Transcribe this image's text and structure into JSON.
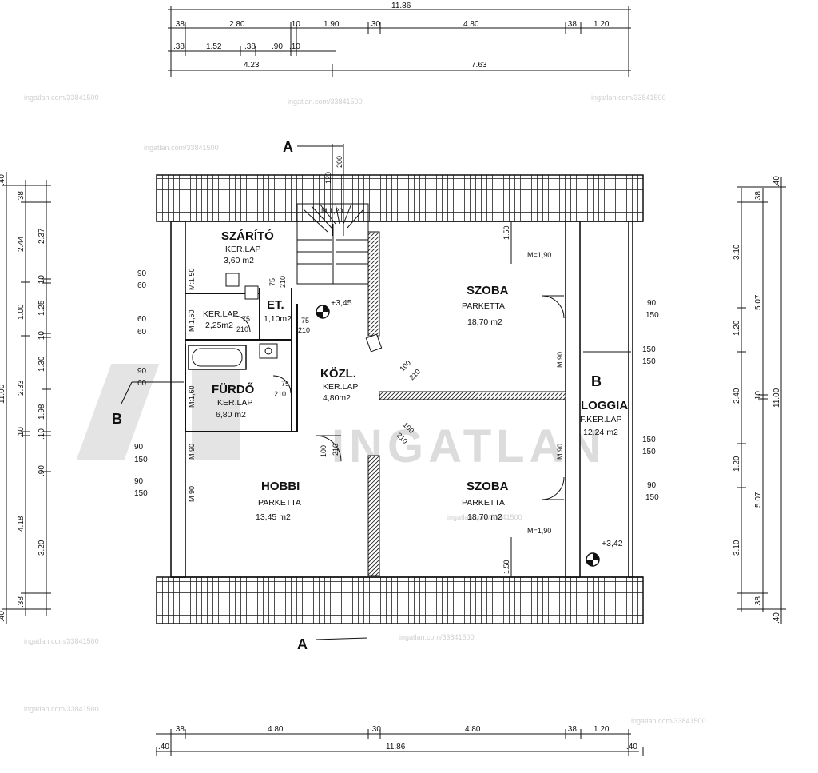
{
  "top_dims": {
    "overall": "11.86",
    "row1": [
      ".38",
      "2.80",
      ".10",
      "1.90",
      ".30",
      "4.80",
      ".38",
      "1.20"
    ],
    "row2": [
      ".38",
      "1.52",
      ".38",
      ".90",
      ".10"
    ],
    "row3": [
      "4.23",
      "7.63"
    ]
  },
  "bottom_dims": {
    "row1": [
      ".38",
      "4.80",
      ".30",
      "4.80",
      ".38",
      "1.20"
    ],
    "row2": [
      ".40",
      "11.86",
      ".40"
    ]
  },
  "left_dims": {
    "outer": [
      ".40",
      "11.00",
      ".40"
    ],
    "mid": [
      ".38",
      "2.44",
      "1.00",
      "2.33",
      ".10",
      "4.18",
      ".38"
    ],
    "inner": [
      "2.37",
      ".10",
      "1.25",
      ".10",
      "1.30",
      "1.98",
      ".10",
      ".90",
      "3.20"
    ]
  },
  "right_dims": {
    "outer": [
      ".40",
      "11.00",
      ".40"
    ],
    "mid": [
      ".38",
      "5.07",
      ".10",
      "5.07",
      ".38"
    ],
    "inner": [
      "3.10",
      "1.20",
      "2.40",
      "1.20",
      "3.10"
    ]
  },
  "rooms": {
    "szarito": {
      "name": "SZÁRÍTÓ",
      "mat": "KER.LAP",
      "area": "3,60 m2"
    },
    "et": {
      "name": "ET.",
      "area": "1,10m2"
    },
    "kerlap_small": {
      "mat": "KER.LAP",
      "area": "2,25m2"
    },
    "furdo": {
      "name": "FÜRDŐ",
      "mat": "KER.LAP",
      "area": "6,80 m2"
    },
    "kozl": {
      "name": "KÖZL.",
      "mat": "KER.LAP",
      "area": "4,80m2"
    },
    "szoba1": {
      "name": "SZOBA",
      "mat": "PARKETTA",
      "area": "18,70 m2"
    },
    "szoba2": {
      "name": "SZOBA",
      "mat": "PARKETTA",
      "area": "18,70 m2"
    },
    "hobbi": {
      "name": "HOBBI",
      "mat": "PARKETTA",
      "area": "13,45 m2"
    },
    "loggia": {
      "name": "LOGGIA",
      "mat": "F.KER.LAP",
      "area": "12,24 m2"
    }
  },
  "levels": {
    "upper": "+3,45",
    "loggia": "+3,42"
  },
  "heights": {
    "m190a": "M=1,90",
    "m190b": "M=1,90",
    "m150": "M:1,50",
    "m120": "M 1,20",
    "m160": "M:1,60",
    "m150b": "M:1,50"
  },
  "stair": {
    "w1": "120",
    "w2": "200"
  },
  "openings": {
    "left": [
      [
        "90",
        "60"
      ],
      [
        "60",
        "60"
      ],
      [
        "90",
        "60"
      ],
      [
        "90",
        "150"
      ],
      [
        "90",
        "150"
      ]
    ],
    "left_m": [
      "M 90",
      "M 90"
    ],
    "right": [
      [
        "90",
        "150"
      ],
      [
        "150",
        "150"
      ],
      [
        "150",
        "150"
      ],
      [
        "90",
        "150"
      ]
    ],
    "right_m": [
      "M 90",
      "M 90"
    ],
    "doors": [
      [
        "75",
        "210"
      ],
      [
        "75",
        "210"
      ],
      [
        "75",
        "210"
      ],
      [
        "100",
        "210"
      ],
      [
        "100",
        "210"
      ],
      [
        "75",
        "210"
      ],
      [
        "100",
        "210"
      ]
    ],
    "slope": [
      "1.50",
      "1.50"
    ]
  },
  "sections": {
    "a": "A",
    "b": "B"
  },
  "watermark": {
    "brand": "INGATLAN",
    "url": "ingatlan.com/33841500"
  }
}
